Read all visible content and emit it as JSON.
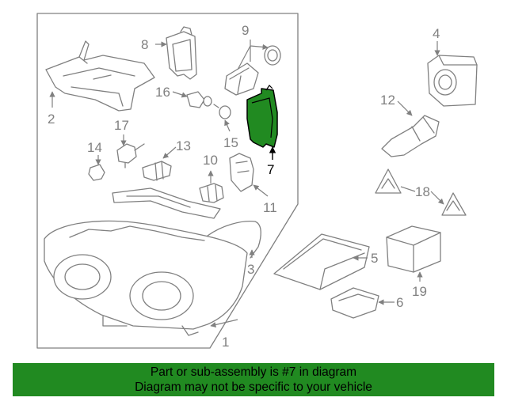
{
  "diagram": {
    "highlighted_part": "7",
    "callouts": [
      "1",
      "2",
      "3",
      "4",
      "5",
      "6",
      "7",
      "8",
      "9",
      "10",
      "11",
      "12",
      "13",
      "14",
      "15",
      "16",
      "17",
      "18",
      "19"
    ]
  },
  "banner": {
    "line1": "Part or sub-assembly is #7 in diagram",
    "line2": "Diagram may not be specific to your vehicle",
    "color": "#218a21"
  },
  "colors": {
    "line": "#808080",
    "highlight": "#218a21"
  }
}
